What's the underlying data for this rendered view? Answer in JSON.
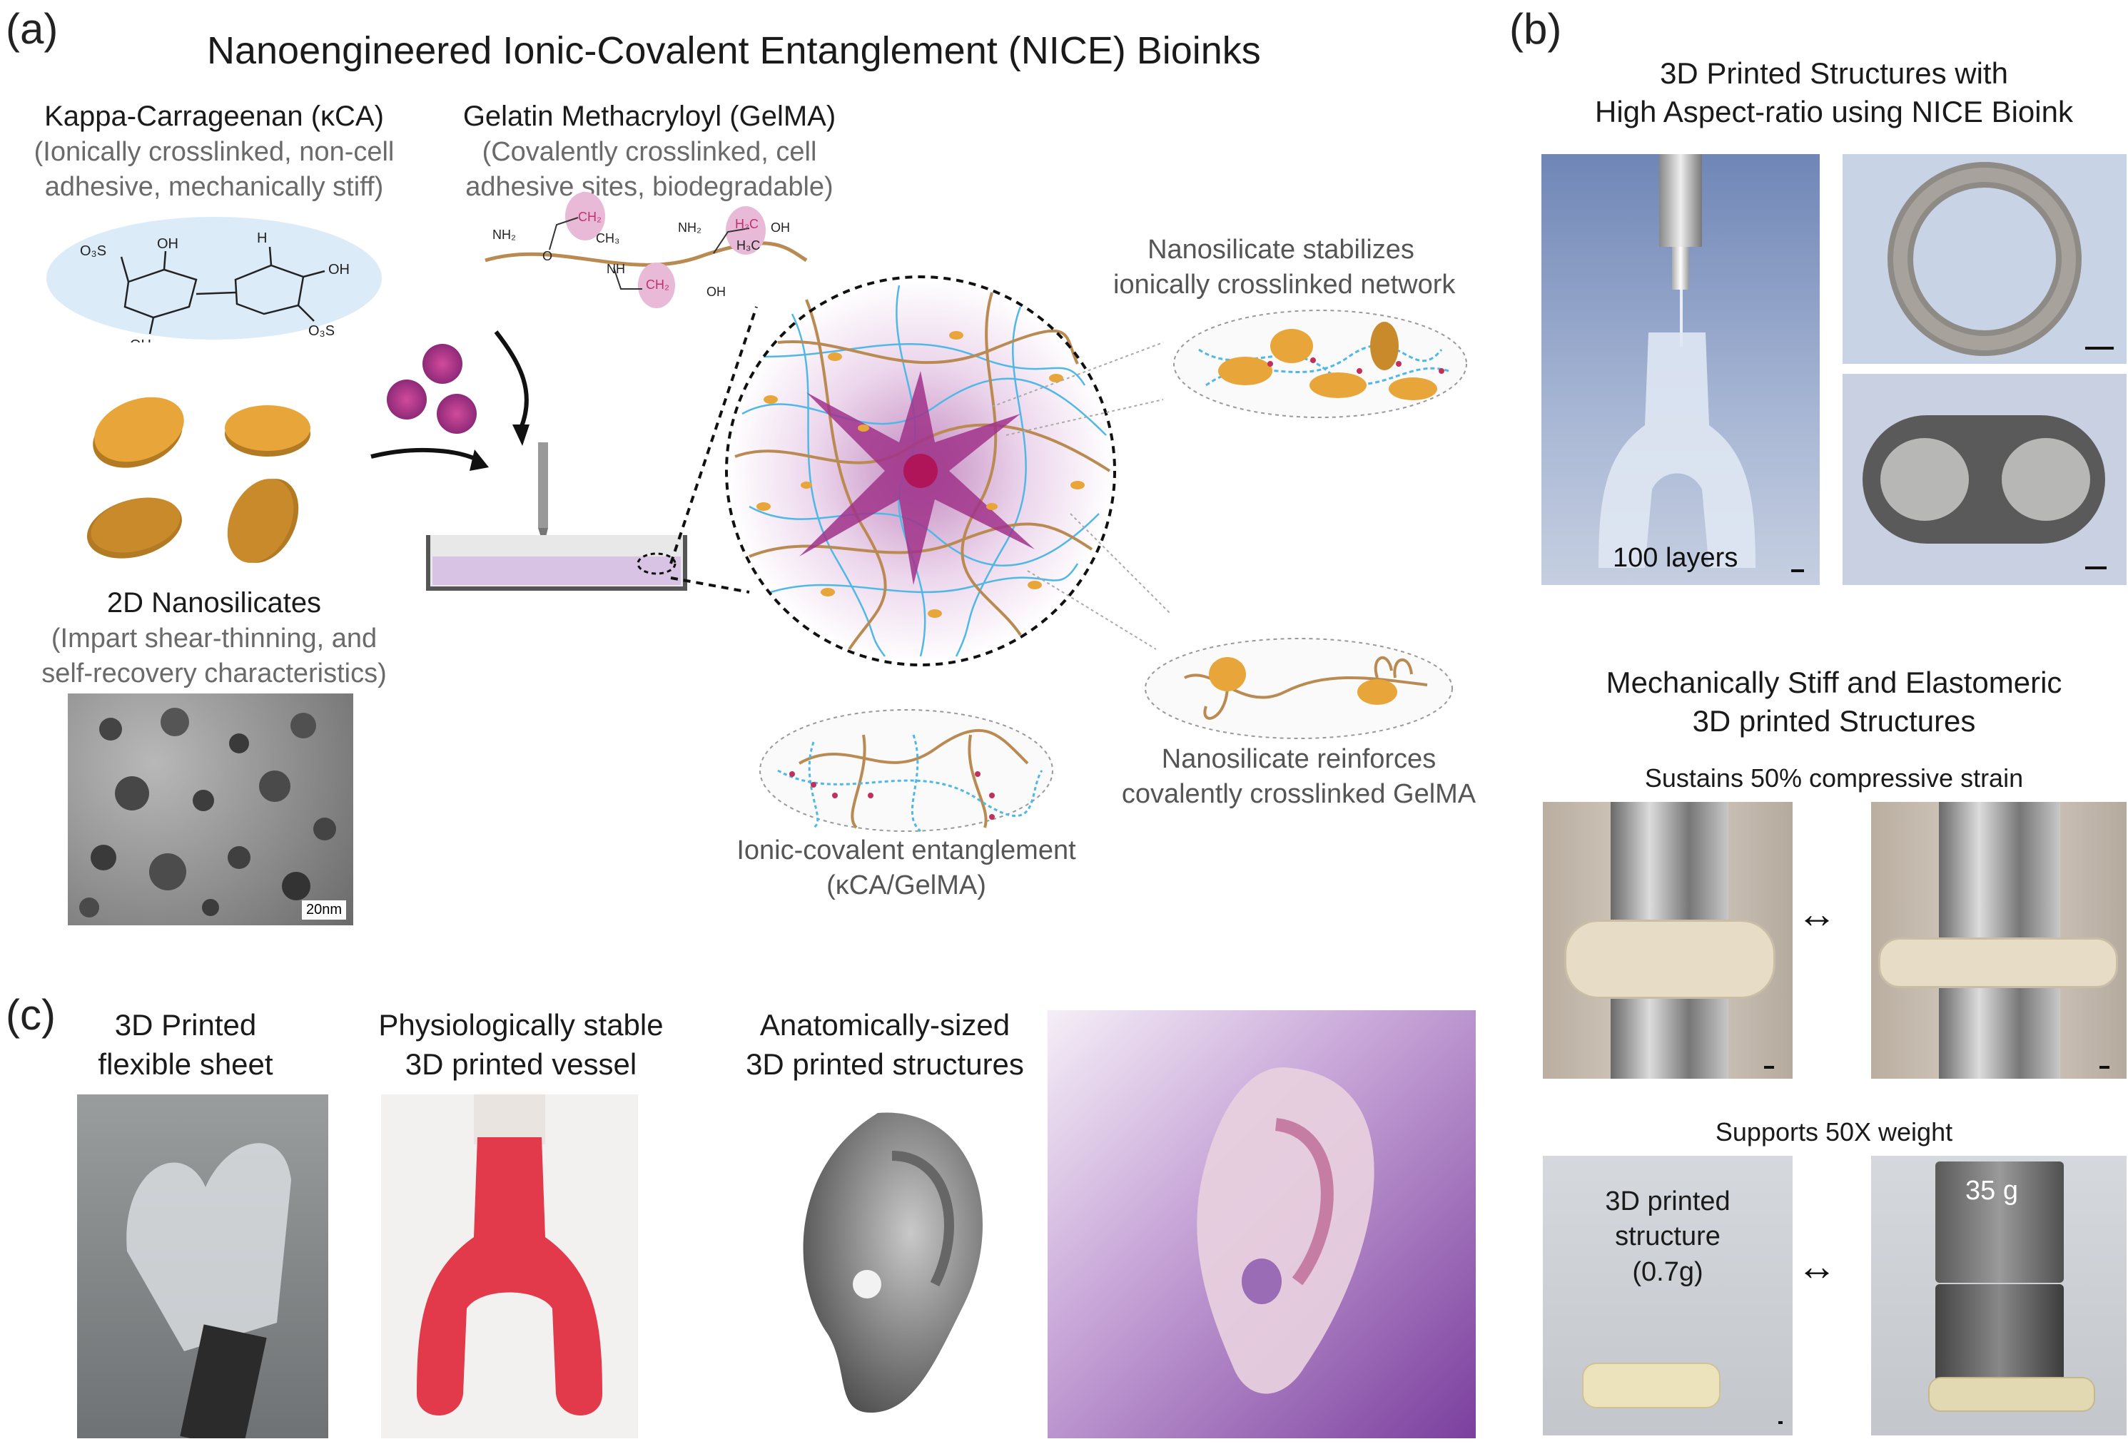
{
  "panel_a": {
    "label": "(a)",
    "title": "Nanoengineered Ionic-Covalent Entanglement (NICE) Bioinks",
    "kca": {
      "name": "Kappa-Carrageenan (κCA)",
      "desc_line1": "(Ionically crosslinked, non-cell",
      "desc_line2": "adhesive, mechanically stiff)"
    },
    "gelma": {
      "name": "Gelatin Methacryloyl (GelMA)",
      "desc_line1": "(Covalently crosslinked, cell",
      "desc_line2": "adhesive sites, biodegradable)"
    },
    "nanosilicates": {
      "name": "2D Nanosilicates",
      "desc_line1": "(Impart shear-thinning, and",
      "desc_line2": "self-recovery characteristics)",
      "scale_label": "20nm"
    },
    "callouts": {
      "stabilizes_line1": "Nanosilicate stabilizes",
      "stabilizes_line2": "ionically crosslinked network",
      "reinforces_line1": "Nanosilicate reinforces",
      "reinforces_line2": "covalently crosslinked GelMA",
      "entanglement_line1": "Ionic-covalent entanglement",
      "entanglement_line2": "(κCA/GelMA)"
    },
    "chem_labels": {
      "so3": "O₃S",
      "oh": "OH",
      "h": "H",
      "nh2": "NH₂",
      "nh": "NH",
      "o": "O",
      "ch2": "CH₂",
      "ch3": "CH₃",
      "h3c": "H₃C",
      "h2c": "H₂C"
    }
  },
  "panel_b": {
    "label": "(b)",
    "title_line1": "3D Printed Structures with",
    "title_line2": "High Aspect-ratio using NICE Bioink",
    "layers_label": "100 layers",
    "mech_line1": "Mechanically Stiff and Elastomeric",
    "mech_line2": "3D printed Structures",
    "strain_label": "Sustains 50% compressive strain",
    "weight_label": "Supports 50X weight",
    "structure_line1": "3D printed",
    "structure_line2": "structure",
    "structure_line3": "(0.7g)",
    "weight_value": "35 g",
    "arrow": "↔"
  },
  "panel_c": {
    "label": "(c)",
    "sheet_line1": "3D Printed",
    "sheet_line2": "flexible sheet",
    "vessel_line1": "Physiologically stable",
    "vessel_line2": "3D printed vessel",
    "anatomy_line1": "Anatomically-sized",
    "anatomy_line2": "3D printed structures"
  },
  "colors": {
    "nanosilicate": "#e8a53a",
    "gelma_chain": "#b98a52",
    "kca_network": "#4fb8e6",
    "cell": "#a0338a",
    "kca_bubble": "#dcebf8"
  }
}
